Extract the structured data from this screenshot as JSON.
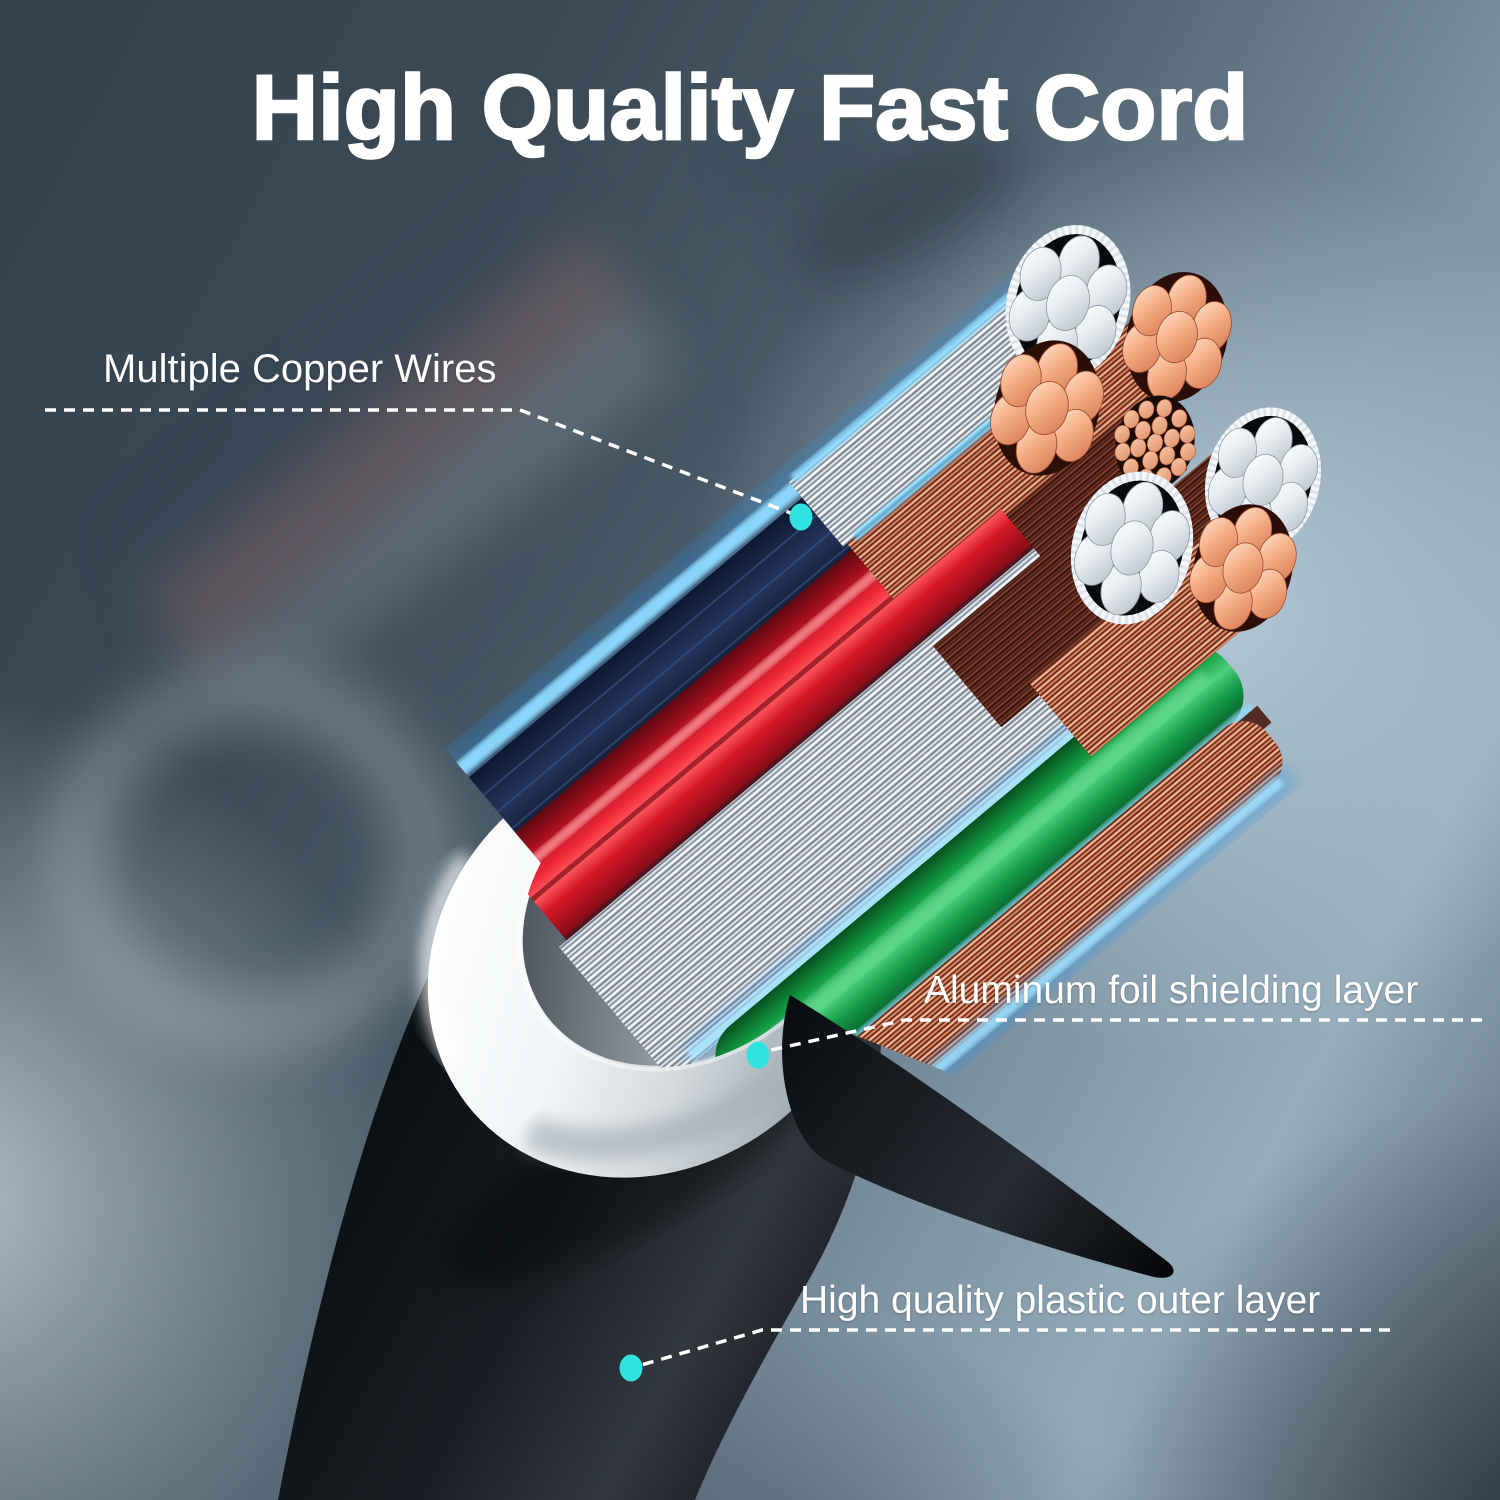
{
  "title": "High Quality Fast Cord",
  "annotations": {
    "copper_wires": {
      "label": "Multiple Copper Wires"
    },
    "aluminum_foil": {
      "label": "Aluminum foil shielding layer"
    },
    "plastic_outer": {
      "label": "High quality plastic outer layer"
    }
  },
  "colors": {
    "text": "#ffffff",
    "leader_line": "#ffffff",
    "marker_dot": "#31e3e0",
    "wire_red": "#e01b2a",
    "wire_green": "#17a94f",
    "copper_strand": "#f0a37d",
    "aluminum_silver": "#eef1f4",
    "jacket_black": "#0b0e12",
    "glow_blue": "#49b9ff"
  },
  "illustration_parts": [
    "plastic-outer-jacket",
    "aluminum-foil-collar",
    "braided-shield-strands",
    "red-insulated-wire",
    "green-insulated-wire",
    "copper-wire-bundle",
    "shielded-wire-bundle",
    "stranded-core-bundle"
  ]
}
